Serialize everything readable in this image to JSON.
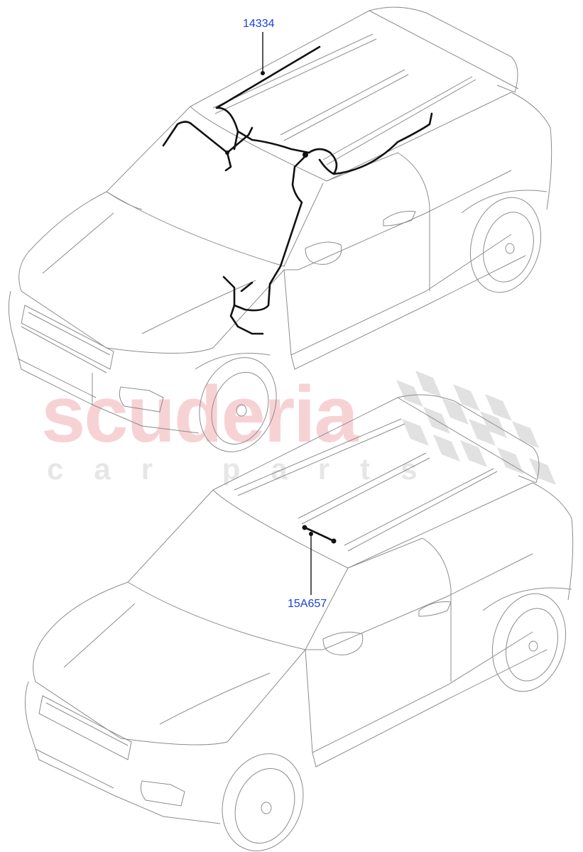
{
  "diagram": {
    "type": "parts-illustration",
    "subject": "Vehicle roof wiring harness locations",
    "views": [
      {
        "id": "upper-view",
        "description": "Three-quarter front view of vehicle with roof harness routed along windscreen header and A-pillar"
      },
      {
        "id": "lower-view",
        "description": "Three-quarter front view of vehicle with short roof-mounted link harness"
      }
    ]
  },
  "callouts": [
    {
      "label": "14334",
      "view": "upper-view",
      "color": "#1a3fe0"
    },
    {
      "label": "15A657",
      "view": "lower-view",
      "color": "#1a3fe0"
    }
  ],
  "watermark": {
    "main": "scuderia",
    "sub": "car parts",
    "main_color": "#f7d2d4",
    "sub_color": "#e6e6e6",
    "flag_color": "#dcdcdc"
  }
}
